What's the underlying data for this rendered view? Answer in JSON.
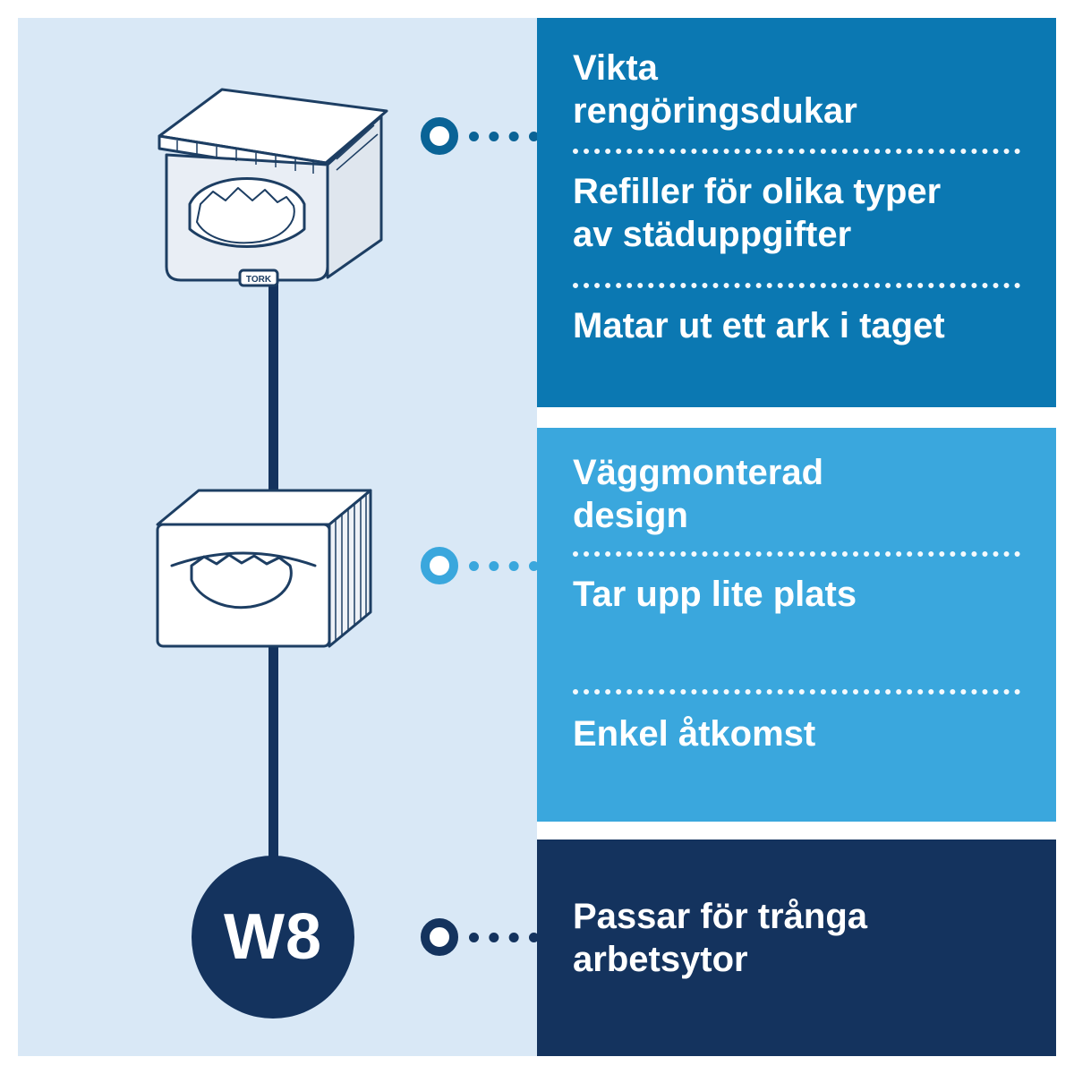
{
  "colors": {
    "background_tint": "#d9e8f6",
    "frame": "#ffffff",
    "panel_top": "#0b78b2",
    "panel_middle": "#3aa7dd",
    "panel_bottom": "#14335e",
    "connector_navy": "#14335e",
    "ring_top": "#0a6396",
    "text": "#ffffff"
  },
  "illustrations": {
    "top_dispenser": "countertop folded wipes dispenser",
    "bottom_dispenser": "wall-mounted folded wipes dispenser",
    "logo_text": "TORK"
  },
  "badge": {
    "system_code": "W8"
  },
  "panels": [
    {
      "id": "top",
      "items": [
        "Vikta\nrengöringsdukar",
        "Refiller för olika typer\nav städuppgifter",
        "Matar ut ett ark i taget"
      ]
    },
    {
      "id": "middle",
      "items": [
        "Väggmonterad\ndesign",
        "Tar upp lite plats",
        "Enkel åtkomst"
      ]
    },
    {
      "id": "bottom",
      "items": [
        "Passar för trånga\narbetsytor"
      ]
    }
  ]
}
